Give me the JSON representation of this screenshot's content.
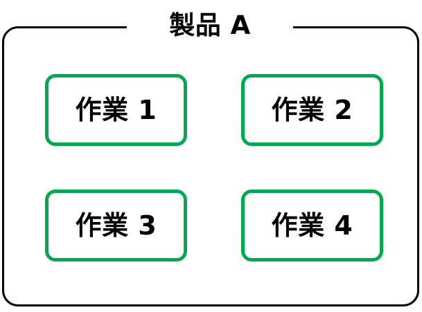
{
  "diagram": {
    "group": {
      "title": "製品 A",
      "border_color": "#000000",
      "background_color": "#ffffff"
    },
    "tasks": [
      {
        "label": "作業 1",
        "border_color": "#00a84f",
        "text_color": "#000000"
      },
      {
        "label": "作業 2",
        "border_color": "#00a84f",
        "text_color": "#000000"
      },
      {
        "label": "作業 3",
        "border_color": "#00a84f",
        "text_color": "#000000"
      },
      {
        "label": "作業 4",
        "border_color": "#00a84f",
        "text_color": "#000000"
      }
    ]
  }
}
